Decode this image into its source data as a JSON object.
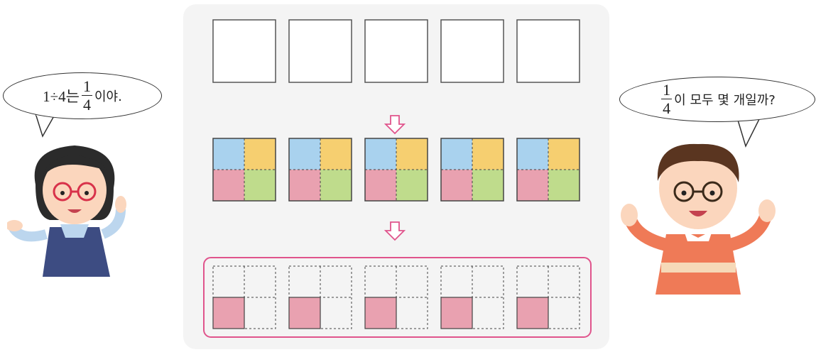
{
  "bubbles": {
    "left": {
      "prefix": "1÷4는",
      "num": "1",
      "den": "4",
      "suffix": "이야."
    },
    "right": {
      "num": "1",
      "den": "4",
      "suffix": "이 모두 몇 개일까?"
    }
  },
  "grid": {
    "count": 5,
    "colors": {
      "blue": "#a9d2ee",
      "yellow": "#f6cf70",
      "pink": "#e9a1b0",
      "green": "#bfdc8c",
      "frame": "#e0548c",
      "arrow": "#e0548c"
    }
  }
}
